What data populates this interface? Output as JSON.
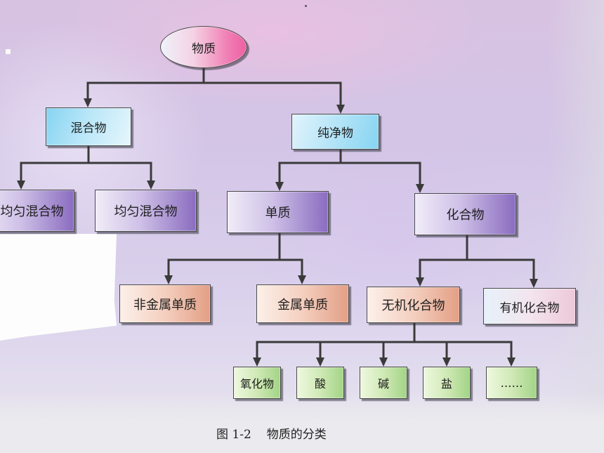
{
  "classification": {
    "label": "物质",
    "children": [
      {
        "label": "混合物",
        "children": [
          {
            "label": "非均匀混合物"
          },
          {
            "label": "均匀混合物"
          }
        ]
      },
      {
        "label": "纯净物",
        "children": [
          {
            "label": "单质",
            "children": [
              {
                "label": "非金属单质"
              },
              {
                "label": "金属单质"
              }
            ]
          },
          {
            "label": "化合物",
            "children": [
              {
                "label": "无机化合物",
                "children": [
                  {
                    "label": "氧化物"
                  },
                  {
                    "label": "酸"
                  },
                  {
                    "label": "碱"
                  },
                  {
                    "label": "盐"
                  },
                  {
                    "label": "……"
                  }
                ]
              },
              {
                "label": "有机化合物"
              }
            ]
          }
        ]
      }
    ]
  },
  "caption": {
    "figure_number": "图 1-2",
    "title": "物质的分类"
  },
  "colors": {
    "connector": "#3a3a3a",
    "border": "#4a4a4a",
    "root_accent": "#ee5fa2",
    "blue_accent": "#86d4f1",
    "purple_accent": "#8a6cc0",
    "peach_accent": "#e39f85",
    "pink_accent": "#eec8d8",
    "green_accent": "#a2d486"
  }
}
